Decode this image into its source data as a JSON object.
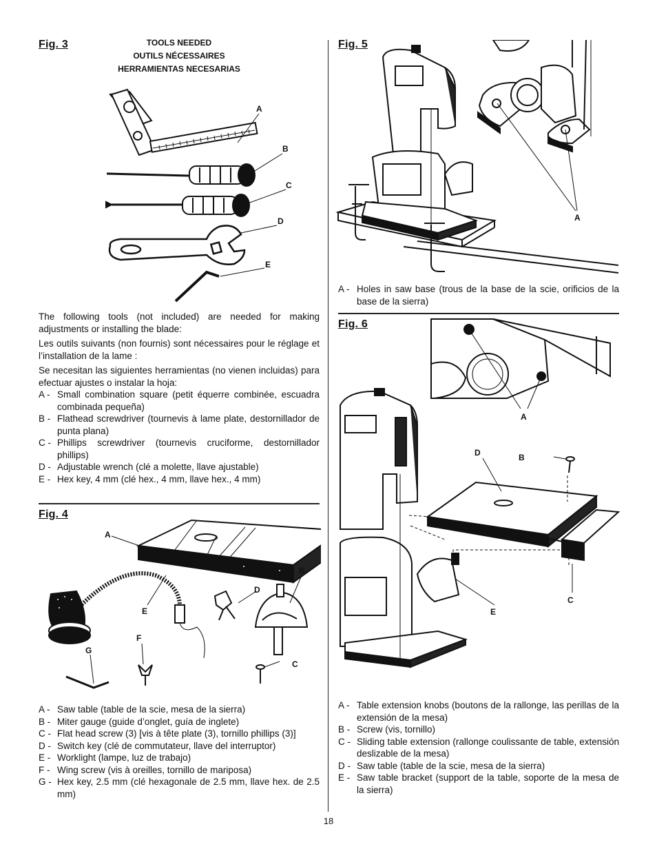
{
  "page_number": "18",
  "fig3": {
    "label": "Fig. 3",
    "tools_title": [
      "TOOLS NEEDED",
      "OUTILS NÉCESSAIRES",
      "HERRAMIENTAS NECESARIAS"
    ],
    "callouts": [
      "A",
      "B",
      "C",
      "D",
      "E"
    ],
    "intro": [
      "The following tools (not included) are needed for making adjustments or installing the blade:",
      "Les outils suivants (non fournis) sont nécessaires pour le réglage et l’installation de la lame :",
      "Se necesitan las siguientes herramientas (no vienen incluidas) para efectuar ajustes o instalar la hoja:"
    ],
    "items": [
      {
        "key": "A -",
        "text": "Small combination square (petit équerre combinée, escuadra combinada pequeña)"
      },
      {
        "key": "B -",
        "text": "Flathead screwdriver (tournevis à lame plate, destornillador de punta plana)"
      },
      {
        "key": "C -",
        "text": "Phillips screwdriver (tournevis cruciforme, destornillador phillips)"
      },
      {
        "key": "D -",
        "text": "Adjustable wrench (clé a molette, llave ajustable)"
      },
      {
        "key": "E -",
        "text": "Hex key, 4 mm (clé hex., 4 mm, llave hex., 4 mm)"
      }
    ]
  },
  "fig4": {
    "label": "Fig. 4",
    "callouts": [
      "A",
      "B",
      "C",
      "D",
      "E",
      "F",
      "G"
    ],
    "items": [
      {
        "key": "A -",
        "text": "Saw table (table de la scie, mesa de la sierra)"
      },
      {
        "key": "B -",
        "text": "Miter gauge (guide d’onglet, guía de inglete)"
      },
      {
        "key": "C -",
        "text": "Flat head screw (3) [vis à tête plate (3), tornillo phillips (3)]"
      },
      {
        "key": "D -",
        "text": "Switch key (clé de commutateur, llave del interruptor)"
      },
      {
        "key": "E -",
        "text": "Worklight (lampe, luz de trabajo)"
      },
      {
        "key": "F -",
        "text": "Wing screw (vis à oreilles, tornillo de mariposa)"
      },
      {
        "key": "G -",
        "text": "Hex key, 2.5 mm (clé hexagonale de 2.5 mm, llave hex. de 2.5 mm)"
      }
    ]
  },
  "fig5": {
    "label": "Fig. 5",
    "callouts": [
      "A"
    ],
    "items": [
      {
        "key": "A -",
        "text": "Holes in saw base (trous de la base de la scie, orificios de la base de la sierra)"
      }
    ]
  },
  "fig6": {
    "label": "Fig. 6",
    "callouts": [
      "A",
      "B",
      "C",
      "D",
      "E"
    ],
    "items": [
      {
        "key": "A -",
        "text": "Table extension knobs (boutons de la rallonge, las perillas de la extensión de la mesa)"
      },
      {
        "key": "B -",
        "text": "Screw (vis, tornillo)"
      },
      {
        "key": "C -",
        "text": "Sliding table extension (rallonge coulissante de table, extensión deslizable de la mesa)"
      },
      {
        "key": "D -",
        "text": "Saw table (table de la scie, mesa de la sierra)"
      },
      {
        "key": "E -",
        "text": "Saw table bracket (support de la table, soporte de la mesa de la sierra)"
      }
    ]
  }
}
